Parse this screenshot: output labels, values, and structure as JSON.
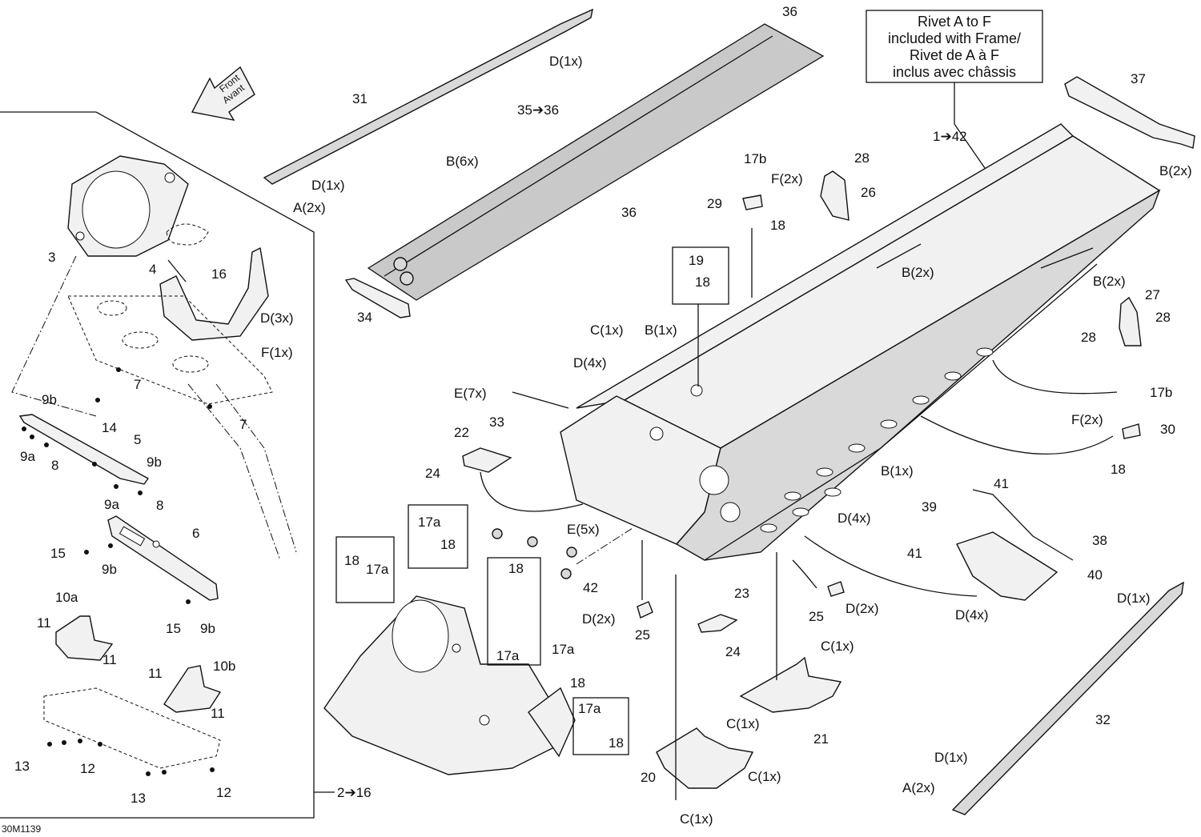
{
  "info_box": {
    "line1": "Rivet A to F",
    "line2": "included with Frame/",
    "line3": "Rivet de A à F",
    "line4": "inclus avec châssis"
  },
  "arrow_badge": {
    "line1": "Front",
    "line2": "Avant"
  },
  "diagram_code": "30M1139",
  "labels": {
    "p1_42": "1➔42",
    "p2_16": "2➔16",
    "p3": "3",
    "p4": "4",
    "p5": "5",
    "p6": "6",
    "p7a": "7",
    "p7b": "7",
    "p8a": "8",
    "p8b": "8",
    "p9a1": "9a",
    "p9a2": "9a",
    "p9b1": "9b",
    "p9b2": "9b",
    "p9b3": "9b",
    "p9b4": "9b",
    "p10a": "10a",
    "p10b": "10b",
    "p11a": "11",
    "p11b": "11",
    "p11c": "11",
    "p11d": "11",
    "p12a": "12",
    "p12b": "12",
    "p13a": "13",
    "p13b": "13",
    "p14": "14",
    "p15a": "15",
    "p15b": "15",
    "p16": "16",
    "p17a1": "17a",
    "p17a2": "17a",
    "p17a3": "17a",
    "p17a4": "17a",
    "p17a5": "17a",
    "p17b1": "17b",
    "p17b2": "17b",
    "p18a": "18",
    "p18b": "18",
    "p18c": "18",
    "p18d": "18",
    "p18e": "18",
    "p18f": "18",
    "p18g": "18",
    "p18h": "18",
    "p19": "19",
    "p20": "20",
    "p21": "21",
    "p22": "22",
    "p23": "23",
    "p24a": "24",
    "p24b": "24",
    "p25a": "25",
    "p25b": "25",
    "p26": "26",
    "p27": "27",
    "p28a": "28",
    "p28b": "28",
    "p28c": "28",
    "p29": "29",
    "p30": "30",
    "p31": "31",
    "p32": "32",
    "p33": "33",
    "p34": "34",
    "p35_36": "35➔36",
    "p36a": "36",
    "p36b": "36",
    "p37": "37",
    "p38": "38",
    "p39": "39",
    "p40": "40",
    "p41a": "41",
    "p41b": "41",
    "p42": "42",
    "a2x_a": "A(2x)",
    "a2x_b": "A(2x)",
    "b6x": "B(6x)",
    "b2x_a": "B(2x)",
    "b2x_b": "B(2x)",
    "b2x_c": "B(2x)",
    "b1x_a": "B(1x)",
    "b1x_b": "B(1x)",
    "c1x_a": "C(1x)",
    "c1x_b": "C(1x)",
    "c1x_c": "C(1x)",
    "c1x_d": "C(1x)",
    "c1x_e": "C(1x)",
    "d1x_a": "D(1x)",
    "d1x_b": "D(1x)",
    "d1x_c": "D(1x)",
    "d1x_d": "D(1x)",
    "d2x_a": "D(2x)",
    "d2x_b": "D(2x)",
    "d3x": "D(3x)",
    "d4x_a": "D(4x)",
    "d4x_b": "D(4x)",
    "d4x_c": "D(4x)",
    "e7x": "E(7x)",
    "e5x": "E(5x)",
    "f1x": "F(1x)",
    "f2x_a": "F(2x)",
    "f2x_b": "F(2x)"
  }
}
